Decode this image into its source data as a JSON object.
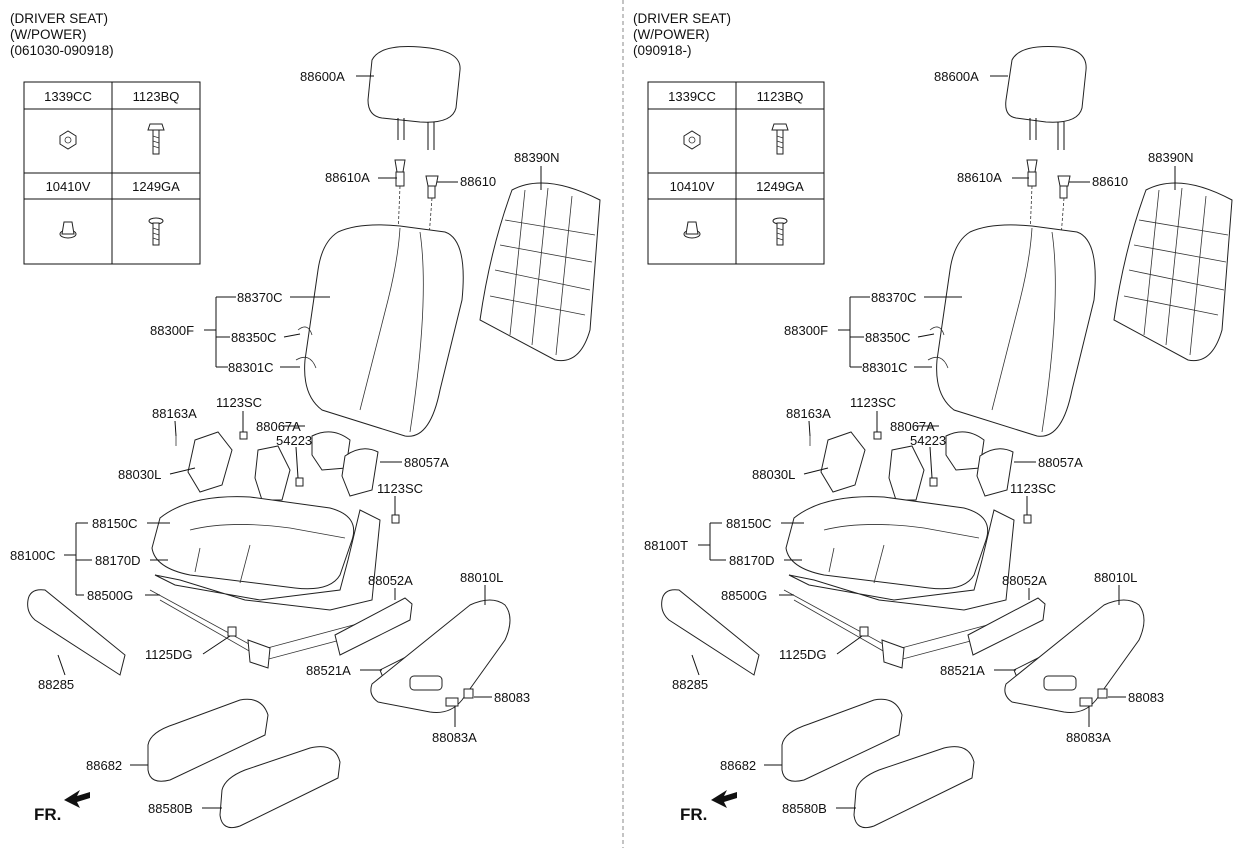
{
  "left": {
    "header": [
      "(DRIVER SEAT)",
      "(W/POWER)",
      "(061030-090918)"
    ],
    "table": [
      "1339CC",
      "1123BQ",
      "10410V",
      "1249GA"
    ],
    "labels": {
      "headrest": "88600A",
      "guide_a": "88610A",
      "guide": "88610",
      "back_board": "88390N",
      "back_cover": "88370C",
      "back_assy": "88300F",
      "back_pad": "88350C",
      "back_frame": "88301C",
      "bolt_1123sc_top": "1123SC",
      "screw_88163a": "88163A",
      "cover_88067a": "88067A",
      "switch_54223": "54223",
      "cover_88030l": "88030L",
      "cover_88057a": "88057A",
      "bolt_1123sc_right": "1123SC",
      "cushion_cover": "88150C",
      "cushion_assy": "88100C",
      "cushion_pad": "88170D",
      "track_frame": "88500G",
      "cover_88052a": "88052A",
      "side_cover": "88010L",
      "bolt_1125dg": "1125DG",
      "cover_88521a": "88521A",
      "knob_88083": "88083",
      "trim_88285": "88285",
      "knob_88083a": "88083A",
      "cover_88682": "88682",
      "cover_88580b": "88580B"
    }
  },
  "right": {
    "header": [
      "(DRIVER SEAT)",
      "(W/POWER)",
      "(090918-)"
    ],
    "table": [
      "1339CC",
      "1123BQ",
      "10410V",
      "1249GA"
    ],
    "labels": {
      "headrest": "88600A",
      "guide_a": "88610A",
      "guide": "88610",
      "back_board": "88390N",
      "back_cover": "88370C",
      "back_assy": "88300F",
      "back_pad": "88350C",
      "back_frame": "88301C",
      "bolt_1123sc_top": "1123SC",
      "screw_88163a": "88163A",
      "cover_88067a": "88067A",
      "switch_54223": "54223",
      "cover_88030l": "88030L",
      "cover_88057a": "88057A",
      "bolt_1123sc_right": "1123SC",
      "cushion_cover": "88150C",
      "cushion_assy": "88100T",
      "cushion_pad": "88170D",
      "track_frame": "88500G",
      "cover_88052a": "88052A",
      "side_cover": "88010L",
      "bolt_1125dg": "1125DG",
      "cover_88521a": "88521A",
      "knob_88083": "88083",
      "trim_88285": "88285",
      "knob_88083a": "88083A",
      "cover_88682": "88682",
      "cover_88580b": "88580B"
    }
  },
  "front_marker": "FR.",
  "colors": {
    "line": "#111111",
    "divider": "#888888",
    "background": "#ffffff"
  }
}
